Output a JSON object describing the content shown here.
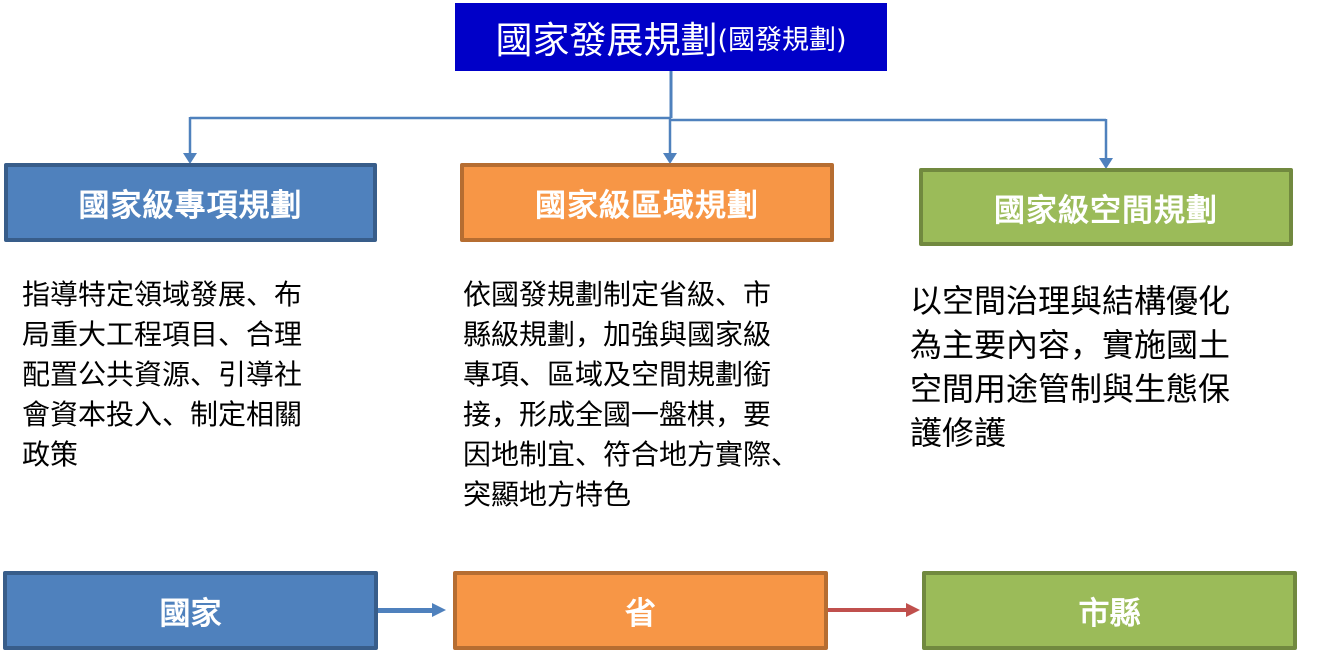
{
  "top": {
    "title": "國家發展規劃",
    "abbr": "(國發規劃)"
  },
  "categories": [
    {
      "label": "國家級專項規劃",
      "description": "指導特定領域發展、布局重大工程項目、合理配置公共資源、引導社會資本投入、制定相關政策",
      "lines": [
        "指導特定領域發展、布",
        "局重大工程項目、合理",
        "配置公共資源、引導社",
        "會資本投入、制定相關",
        "政策"
      ]
    },
    {
      "label": "國家級區域規劃",
      "description": "依國發規劃制定省級、市縣級規劃，加強與國家級專項、區域及空間規劃銜接，形成全國一盤棋，要因地制宜、符合地方實際、突顯地方特色",
      "lines": [
        "依國發規劃制定省級、市",
        "縣級規劃，加強與國家級",
        "專項、區域及空間規劃銜",
        "接，形成全國一盤棋，要",
        "因地制宜、符合地方實際、",
        "突顯地方特色"
      ]
    },
    {
      "label": "國家級空間規劃",
      "description": "以空間治理與結構優化為主要內容，實施國土空間用途管制與生態保護修護",
      "lines": [
        "以空間治理與結構優化",
        "為主要內容，實施國土",
        "空間用途管制與生態保",
        "護修護"
      ]
    }
  ],
  "levels": [
    {
      "label": "國家"
    },
    {
      "label": "省"
    },
    {
      "label": "市縣"
    }
  ],
  "colors": {
    "top": "#0000c8",
    "blue": "#4f81bd",
    "orange": "#f79646",
    "green": "#9bbb59",
    "connector": "#4f81bd",
    "red_arrow": "#c0504d"
  }
}
